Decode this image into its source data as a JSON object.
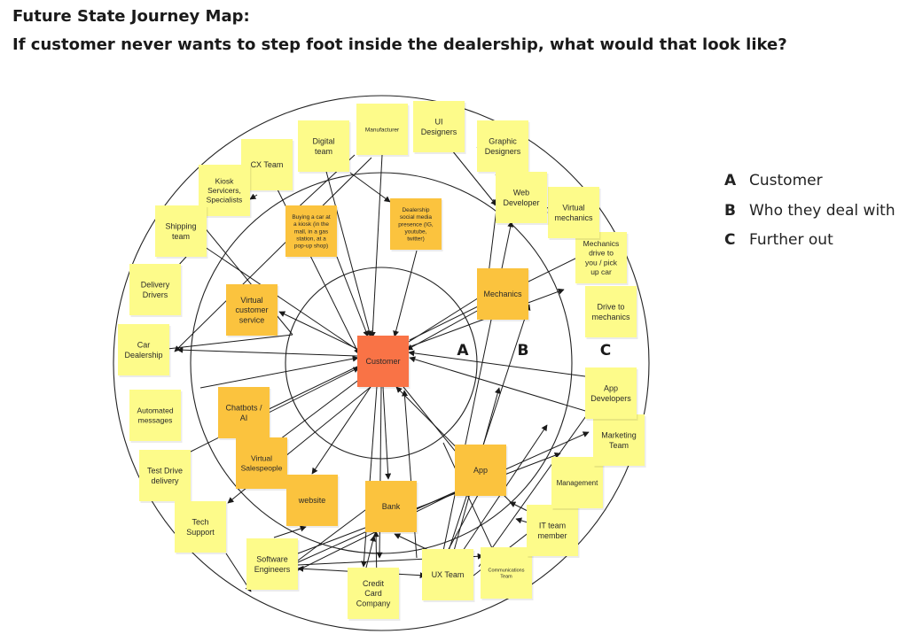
{
  "title_line1": "Future State Journey Map:",
  "title_line2": "If customer never wants to step foot inside the dealership, what would that look like?",
  "ring_labels": [
    "A",
    "B",
    "C"
  ],
  "legend": [
    {
      "key": "A",
      "label": "Customer"
    },
    {
      "key": "B",
      "label": "Who they deal with"
    },
    {
      "key": "C",
      "label": "Further out"
    }
  ],
  "colors": {
    "yellow": "#fdfb8a",
    "light_orange": "#fcd56a",
    "orange": "#fbc33e",
    "customer": "#f97346",
    "line": "#1a1a1a"
  },
  "notes": {
    "customer": "Customer",
    "buying_kiosk": "Buying a car at a kiosk (in the mall, in a gas station, at a pop-up shop)",
    "dealership_social": "Dealership social media presence (IG, youtube, twitter)",
    "mechanics_b": "Mechanics",
    "virtual_cs": "Virtual customer service",
    "chatbots": "Chatbots / AI",
    "virtual_sales": "Virtual Salespeople",
    "website": "website",
    "bank": "Bank",
    "app": "App",
    "manufacturer": "Manufacturer",
    "ui_designers": "UI Designers",
    "graphic_designers": "Graphic Designers",
    "digital_team": "Digital team",
    "cx_team": "CX Team",
    "kiosk_servicers": "Kiosk Servicers, Specialists",
    "shipping_team": "Shipping team",
    "delivery_drivers": "Delivery Drivers",
    "car_dealership": "Car Dealership",
    "automated_messages": "Automated messages",
    "test_drive": "Test Drive delivery",
    "tech_support": "Tech Support",
    "software_engineers": "Software Engineers",
    "credit_card": "Credit Card Company",
    "ux_team": "UX Team",
    "communications": "Communications Team",
    "it_team": "IT team member",
    "management": "Management",
    "marketing": "Marketing Team",
    "app_developers": "App Developers",
    "drive_to_mechanics": "Drive to mechanics",
    "mechanics_pickup": "Mechanics drive to you / pick up car",
    "virtual_mechanics": "Virtual mechanics",
    "web_developer": "Web Developer"
  }
}
